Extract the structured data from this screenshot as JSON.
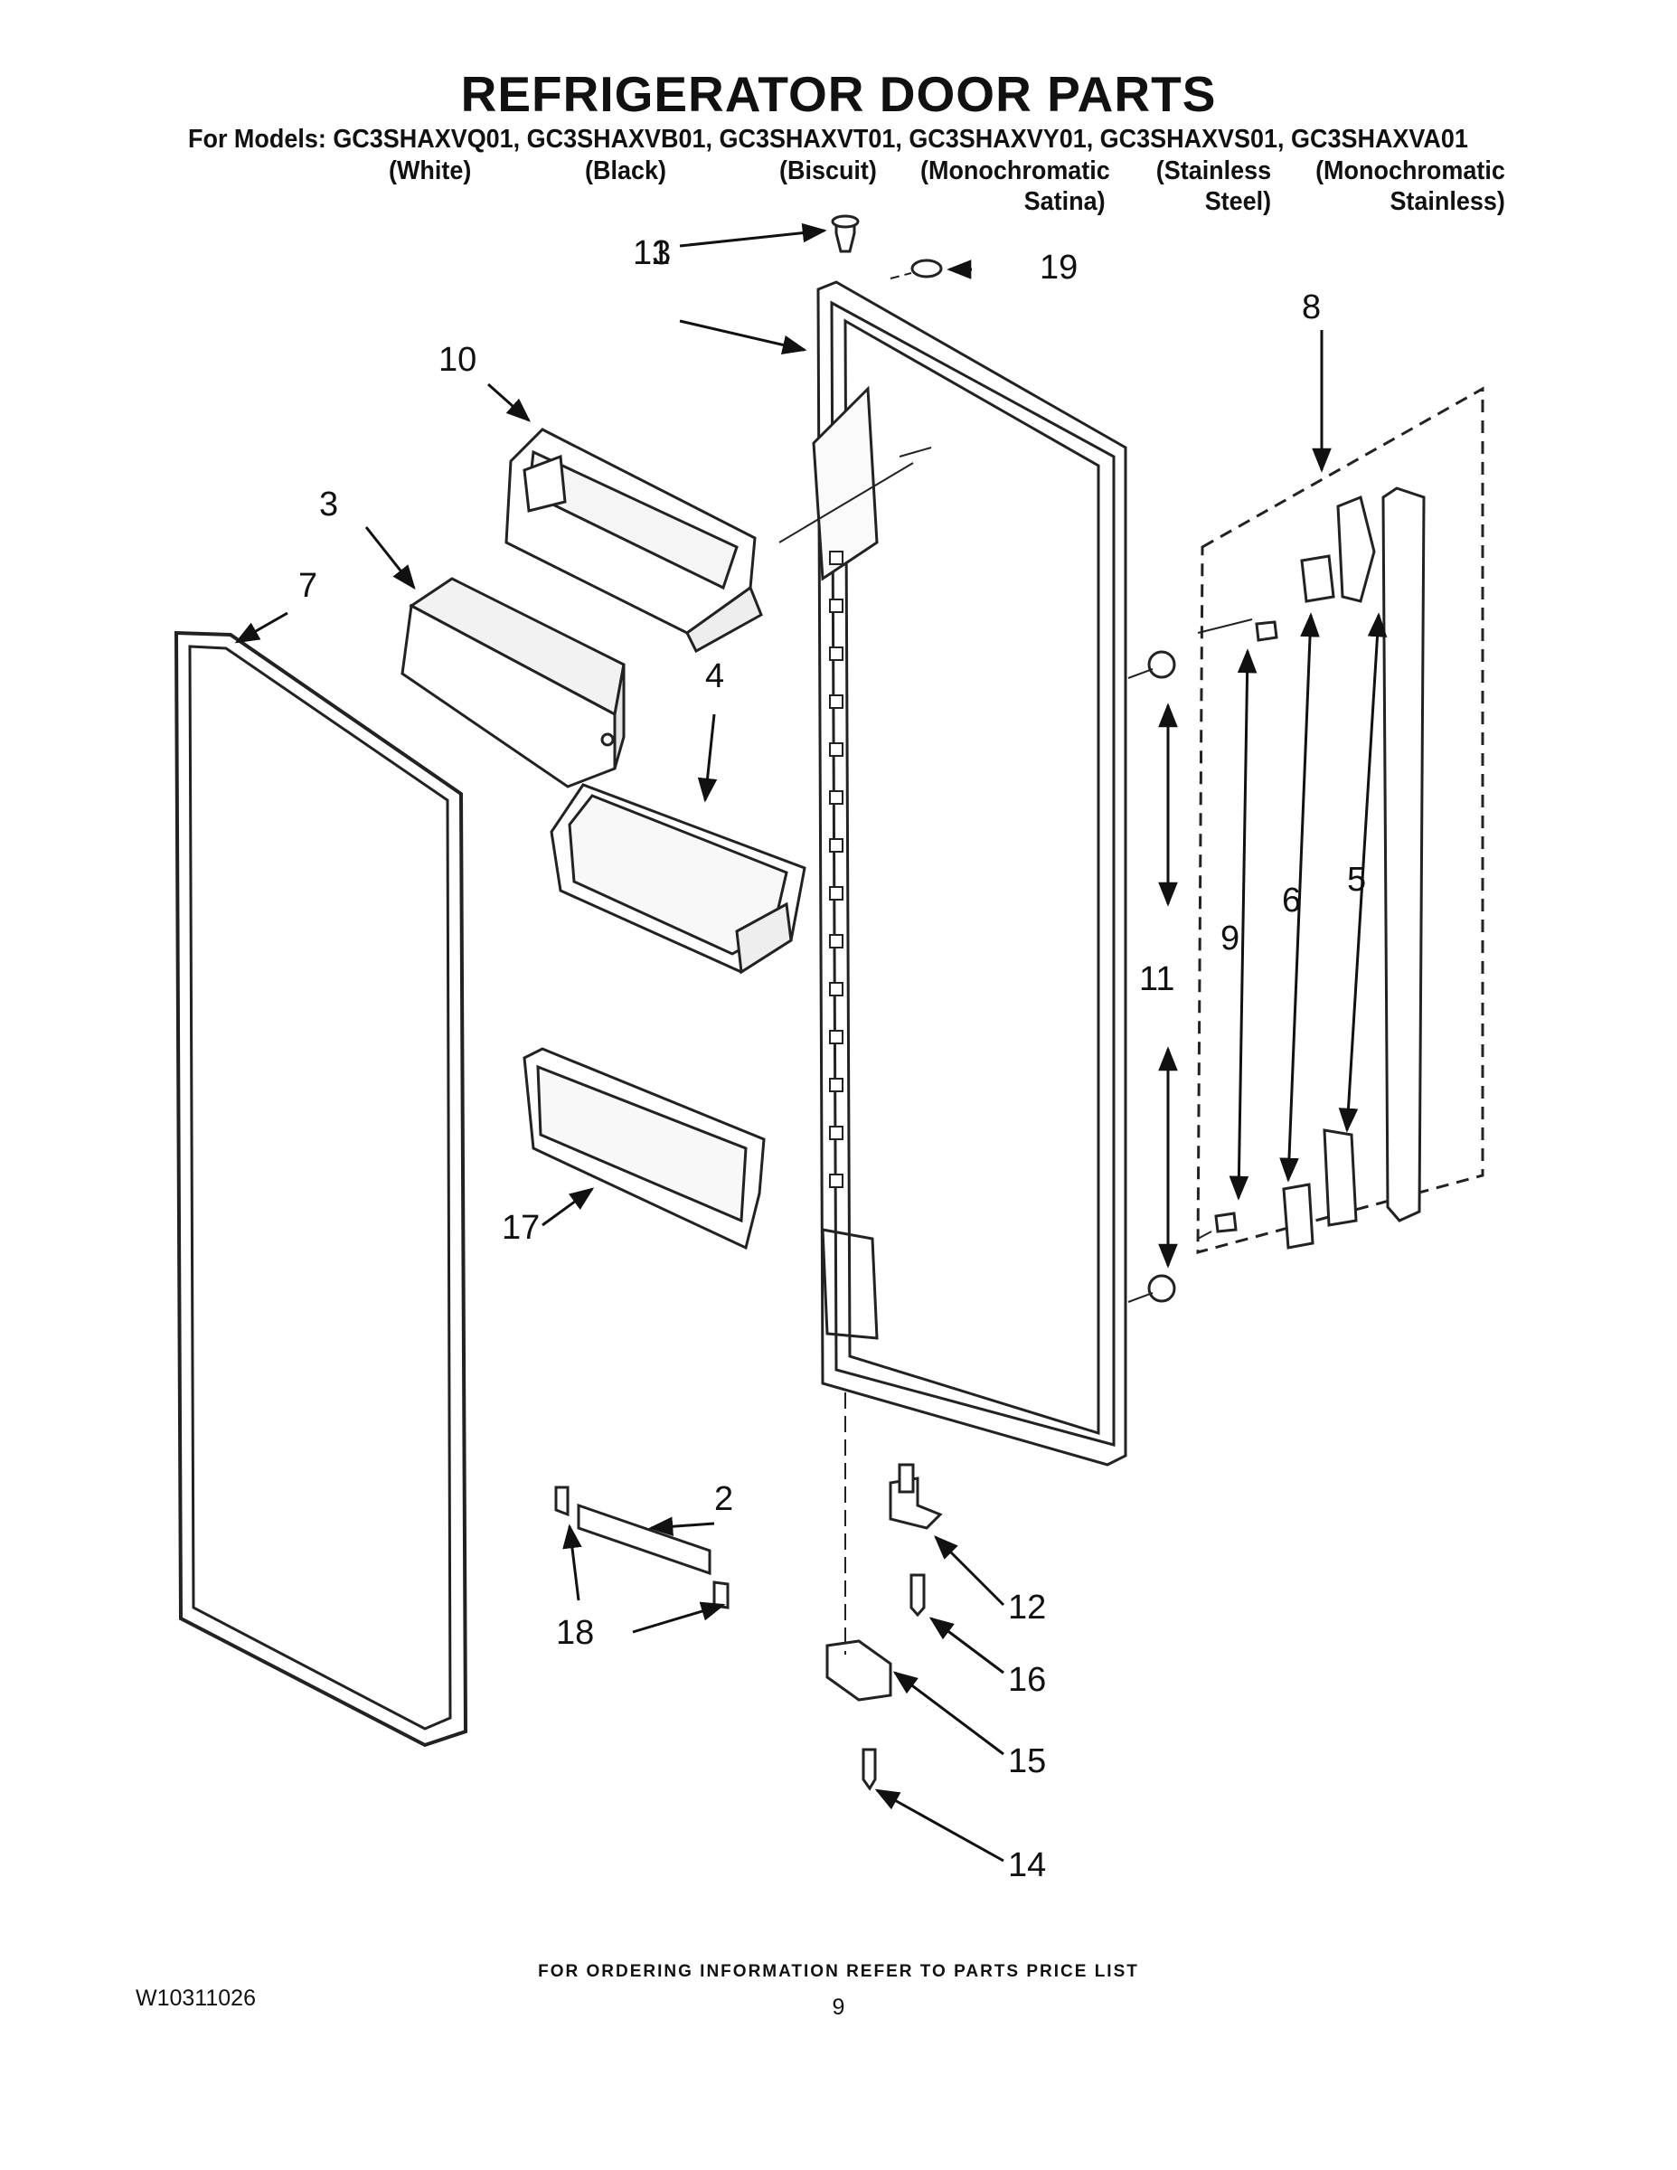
{
  "header": {
    "title": "REFRIGERATOR DOOR PARTS",
    "models_line": "For Models: GC3SHAXVQ01, GC3SHAXVB01, GC3SHAXVT01, GC3SHAXVY01, GC3SHAXVS01, GC3SHAXVA01",
    "variants": [
      {
        "line1": "(White)",
        "line2": ""
      },
      {
        "line1": "(Black)",
        "line2": ""
      },
      {
        "line1": "(Biscuit)",
        "line2": ""
      },
      {
        "line1": "(Monochromatic",
        "line2": "Satina)"
      },
      {
        "line1": "(Stainless",
        "line2": "Steel)"
      },
      {
        "line1": "(Monochromatic",
        "line2": "Stainless)"
      }
    ]
  },
  "callouts": [
    "1",
    "2",
    "3",
    "4",
    "5",
    "6",
    "7",
    "8",
    "9",
    "10",
    "11",
    "12",
    "13",
    "14",
    "15",
    "16",
    "17",
    "18",
    "19"
  ],
  "footer": {
    "ordering_note": "FOR ORDERING INFORMATION REFER TO PARTS PRICE LIST",
    "doc_number": "W10311026",
    "page_number": "9"
  }
}
